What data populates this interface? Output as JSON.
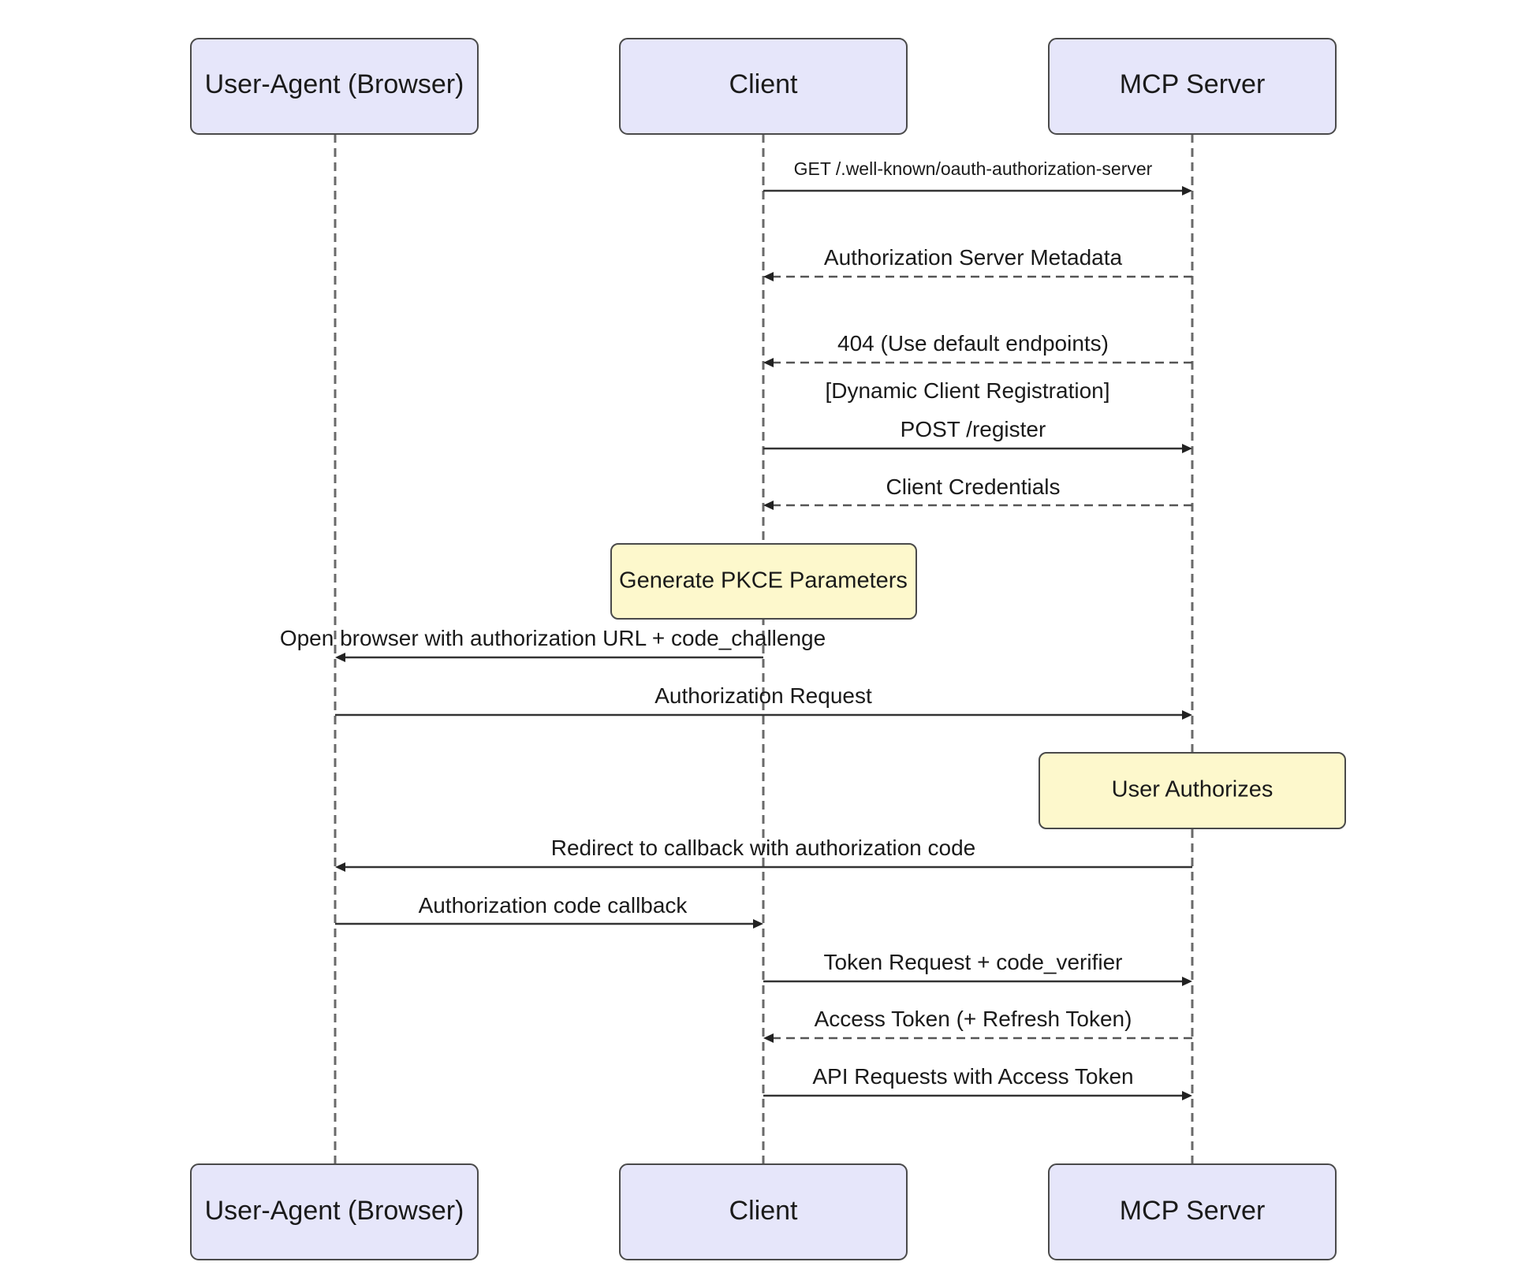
{
  "actors": [
    {
      "id": "browser",
      "label": "User-Agent (Browser)"
    },
    {
      "id": "client",
      "label": "Client"
    },
    {
      "id": "server",
      "label": "MCP Server"
    }
  ],
  "messages": [
    {
      "from": "client",
      "to": "server",
      "label": "GET /.well-known/oauth-authorization-server",
      "style": "solid",
      "small": true
    },
    {
      "from": "server",
      "to": "client",
      "label": "Authorization Server Metadata",
      "style": "dashed"
    },
    {
      "from": "server",
      "to": "client",
      "label": "404 (Use default endpoints)",
      "style": "dashed"
    },
    {
      "from": "client",
      "to": "server",
      "label": "POST /register",
      "style": "solid"
    },
    {
      "from": "server",
      "to": "client",
      "label": "Client Credentials",
      "style": "dashed"
    },
    {
      "from": "client",
      "to": "browser",
      "label": "Open browser with authorization URL + code_challenge",
      "style": "solid"
    },
    {
      "from": "browser",
      "to": "server",
      "label": "Authorization Request",
      "style": "solid"
    },
    {
      "from": "server",
      "to": "browser",
      "label": "Redirect to callback with authorization code",
      "style": "solid"
    },
    {
      "from": "browser",
      "to": "client",
      "label": "Authorization code callback",
      "style": "solid"
    },
    {
      "from": "client",
      "to": "server",
      "label": "Token Request + code_verifier",
      "style": "solid"
    },
    {
      "from": "server",
      "to": "client",
      "label": "Access Token (+ Refresh Token)",
      "style": "dashed"
    },
    {
      "from": "client",
      "to": "server",
      "label": "API Requests with Access Token",
      "style": "solid"
    }
  ],
  "group_label": "[Dynamic Client Registration]",
  "notes": [
    {
      "over": "client",
      "label": "Generate PKCE Parameters"
    },
    {
      "over": "server",
      "label": "User Authorizes"
    }
  ],
  "colors": {
    "actor_fill": "#e6e6fa",
    "note_fill": "#fdf8cc",
    "line": "#4a4a4a"
  }
}
